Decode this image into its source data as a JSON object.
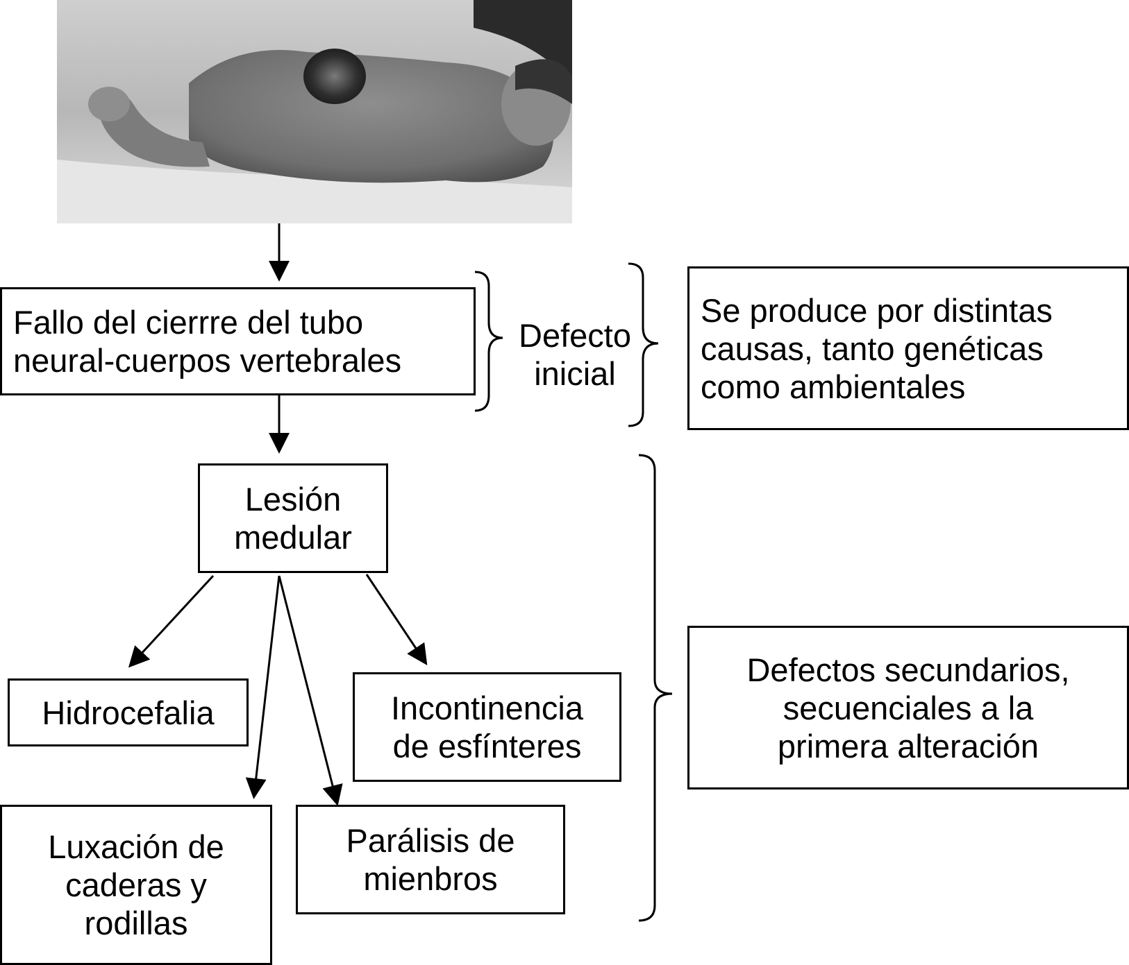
{
  "photo": {
    "description_icon": "infant-spina-bifida-photo"
  },
  "nodes": {
    "fallo": {
      "lines": [
        "Fallo del cierrre del tubo",
        "neural-cuerpos vertebrales"
      ]
    },
    "defecto_inicial": {
      "lines": [
        "Defecto",
        "inicial"
      ]
    },
    "causas": {
      "lines": [
        "Se produce por distintas",
        "causas, tanto genéticas",
        "como ambientales"
      ]
    },
    "lesion": {
      "lines": [
        "Lesión",
        "medular"
      ]
    },
    "hidrocefalia": {
      "lines": [
        "Hidrocefalia"
      ]
    },
    "incontinencia": {
      "lines": [
        "Incontinencia",
        "de esfínteres"
      ]
    },
    "luxacion": {
      "lines": [
        "Luxación de",
        "caderas y",
        "rodillas"
      ]
    },
    "paralisis": {
      "lines": [
        "Parálisis de",
        "mienbros"
      ]
    },
    "secundarios": {
      "lines": [
        "Defectos secundarios,",
        "secuenciales a la",
        "primera alteración"
      ]
    }
  },
  "colors": {
    "stroke": "#000000",
    "background": "#ffffff"
  }
}
